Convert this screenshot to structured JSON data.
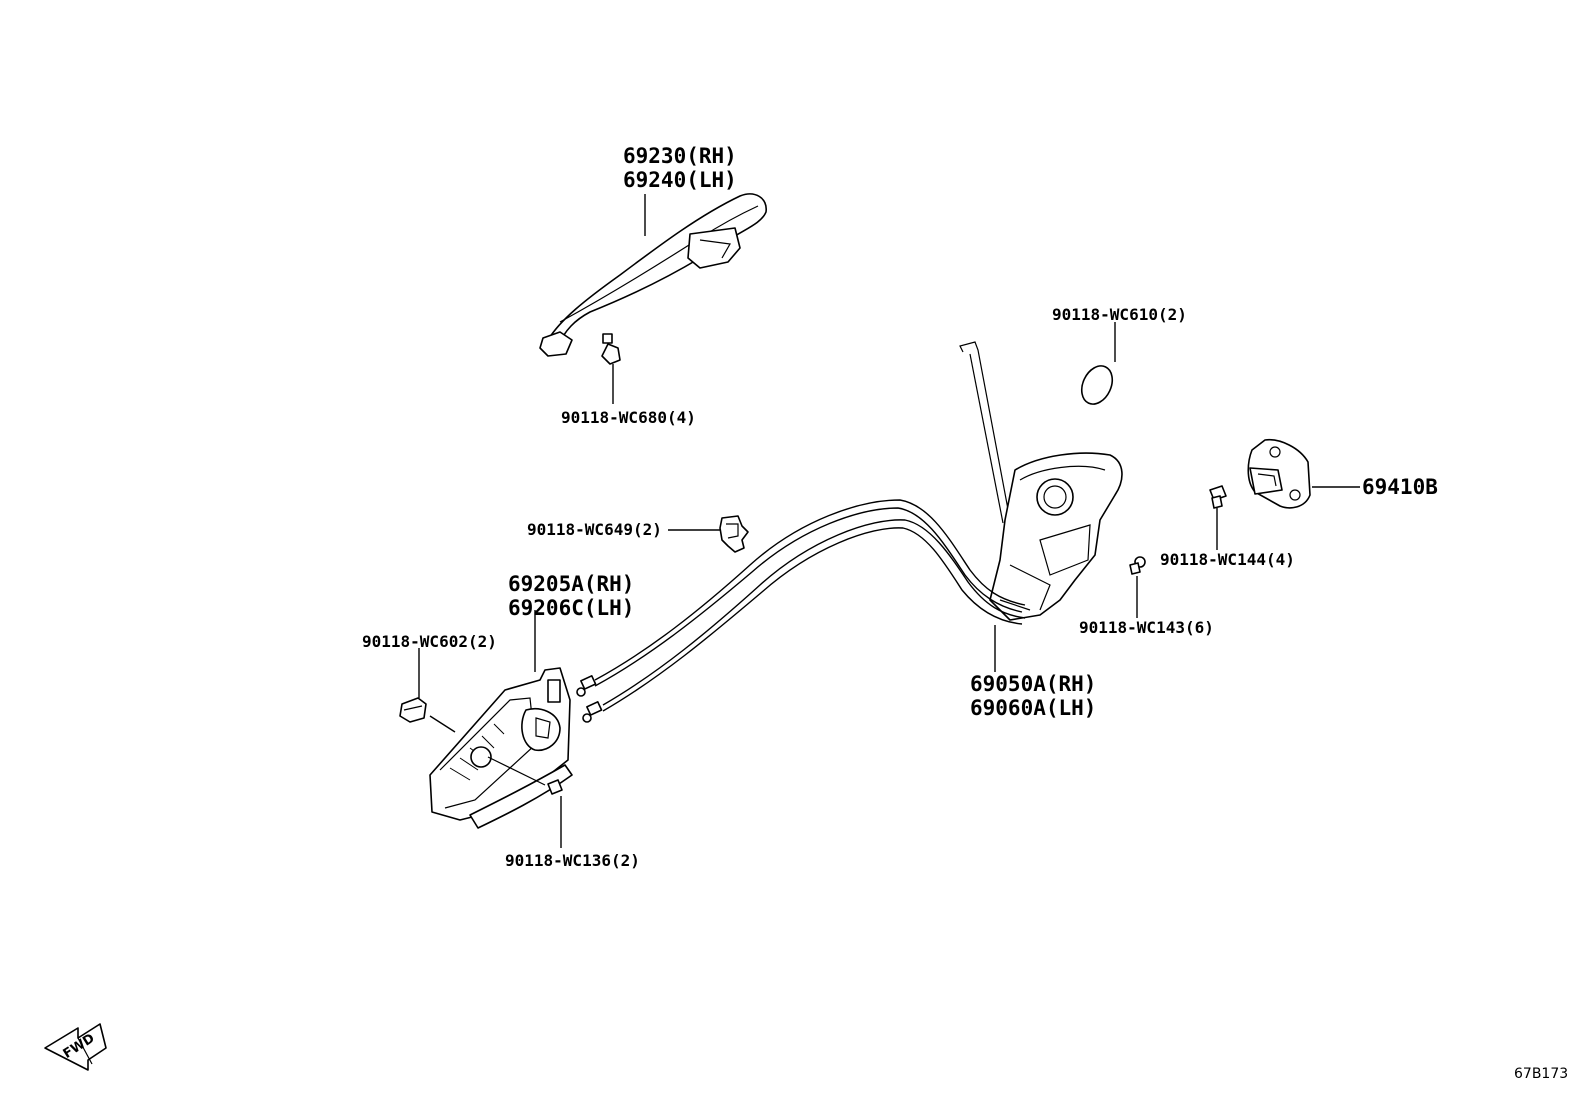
{
  "labels": {
    "handle_rh": "69230(RH)",
    "handle_lh": "69240(LH)",
    "screw_wc680": "90118-WC680(4)",
    "plug_wc610": "90118-WC610(2)",
    "striker": "69410B",
    "screw_wc144": "90118-WC144(4)",
    "screw_wc143": "90118-WC143(6)",
    "clip_wc649": "90118-WC649(2)",
    "frame_rh": "69205A(RH)",
    "frame_lh": "69206C(LH)",
    "cap_wc602": "90118-WC602(2)",
    "screw_wc136": "90118-WC136(2)",
    "lock_rh": "69050A(RH)",
    "lock_lh": "69060A(LH)",
    "fwd": "FWD",
    "diagram_id": "67B173"
  },
  "icons": {
    "fwd_arrow": "fwd-arrow-icon"
  }
}
